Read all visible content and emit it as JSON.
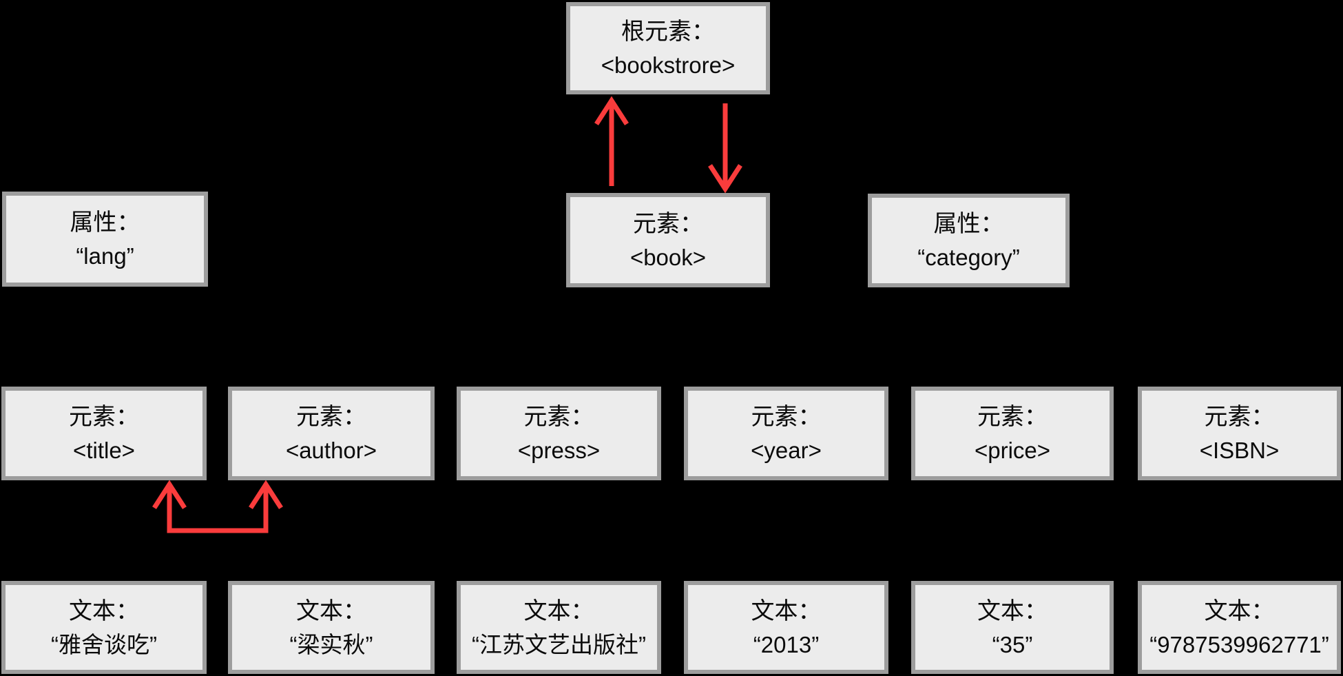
{
  "colors": {
    "background": "#000000",
    "box_fill": "#ececec",
    "box_border": "#9d9d9d",
    "text": "#0b0b0b",
    "arrow_red": "#fa3c3c"
  },
  "diagram": {
    "root": {
      "label": "根元素：",
      "value": "<bookstrore>"
    },
    "book": {
      "label": "元素：",
      "value": "<book>"
    },
    "attr_lang": {
      "label": "属性：",
      "value": "“lang”"
    },
    "attr_category": {
      "label": "属性：",
      "value": "“category”"
    },
    "elements": [
      {
        "label": "元素：",
        "value": "<title>"
      },
      {
        "label": "元素：",
        "value": "<author>"
      },
      {
        "label": "元素：",
        "value": "<press>"
      },
      {
        "label": "元素：",
        "value": "<year>"
      },
      {
        "label": "元素：",
        "value": "<price>"
      },
      {
        "label": "元素：",
        "value": "<ISBN>"
      }
    ],
    "texts": [
      {
        "label": "文本：",
        "value": "“雅舍谈吃”"
      },
      {
        "label": "文本：",
        "value": "“梁实秋”"
      },
      {
        "label": "文本：",
        "value": "“江苏文艺出版社”"
      },
      {
        "label": "文本：",
        "value": "“2013”"
      },
      {
        "label": "文本：",
        "value": "“35”"
      },
      {
        "label": "文本：",
        "value": "“9787539962771”"
      }
    ],
    "arrows": [
      {
        "name": "book-to-root",
        "direction": "up"
      },
      {
        "name": "root-to-book",
        "direction": "down"
      },
      {
        "name": "title-author-link",
        "direction": "both-up"
      }
    ]
  }
}
